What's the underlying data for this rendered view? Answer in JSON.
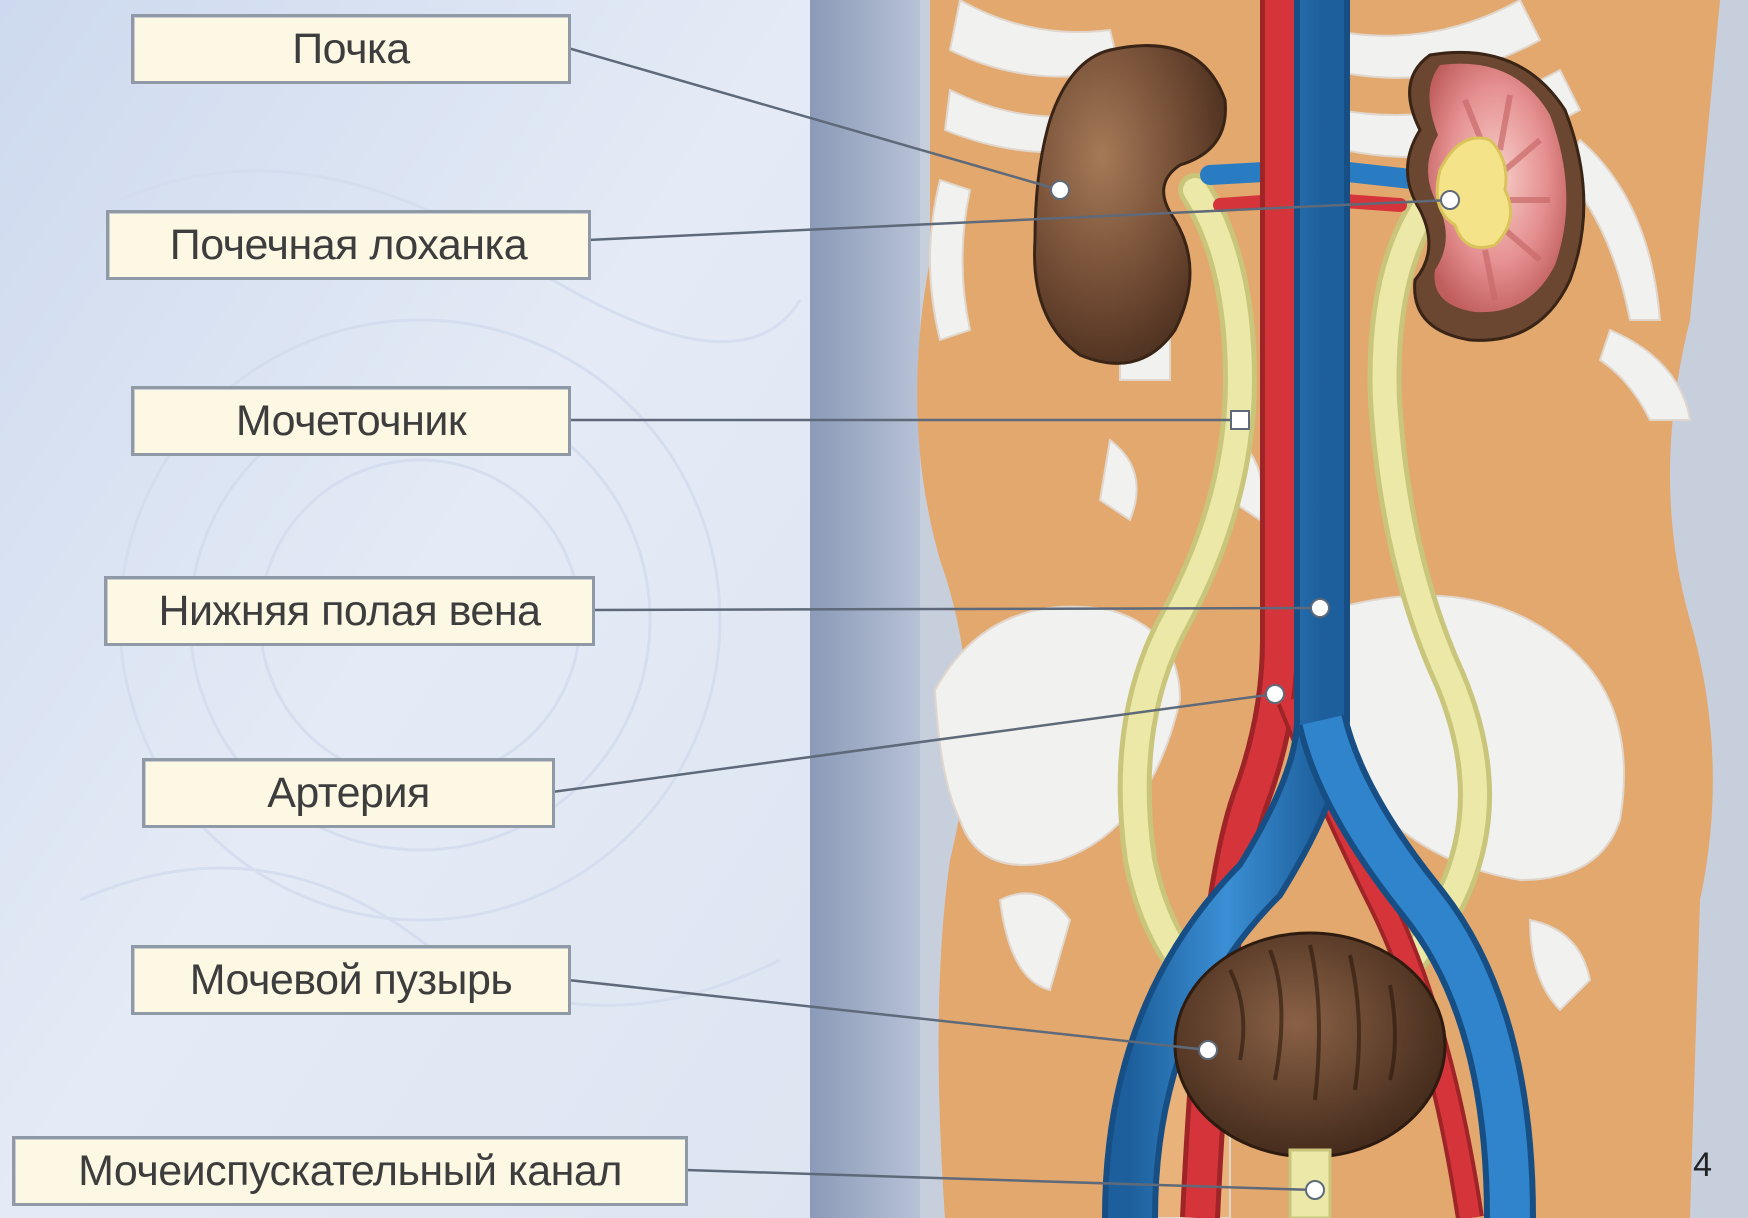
{
  "labels": {
    "kidney": "Почка",
    "renal_pelvis": "Почечная лоханка",
    "ureter": "Мочеточник",
    "inferior_vena_cava": "Нижняя полая вена",
    "artery": "Артерия",
    "bladder": "Мочевой пузырь",
    "urethra": "Мочеиспускательный канал"
  },
  "slide_number": "4",
  "colors": {
    "label_background": "#fdf8e4",
    "vein": "#2a7cc2",
    "artery": "#d5353a",
    "ureter": "#e9e6a4",
    "skin": "#e3a86e",
    "bone": "#f1f1ef",
    "kidney_brown": "#6b4630"
  }
}
